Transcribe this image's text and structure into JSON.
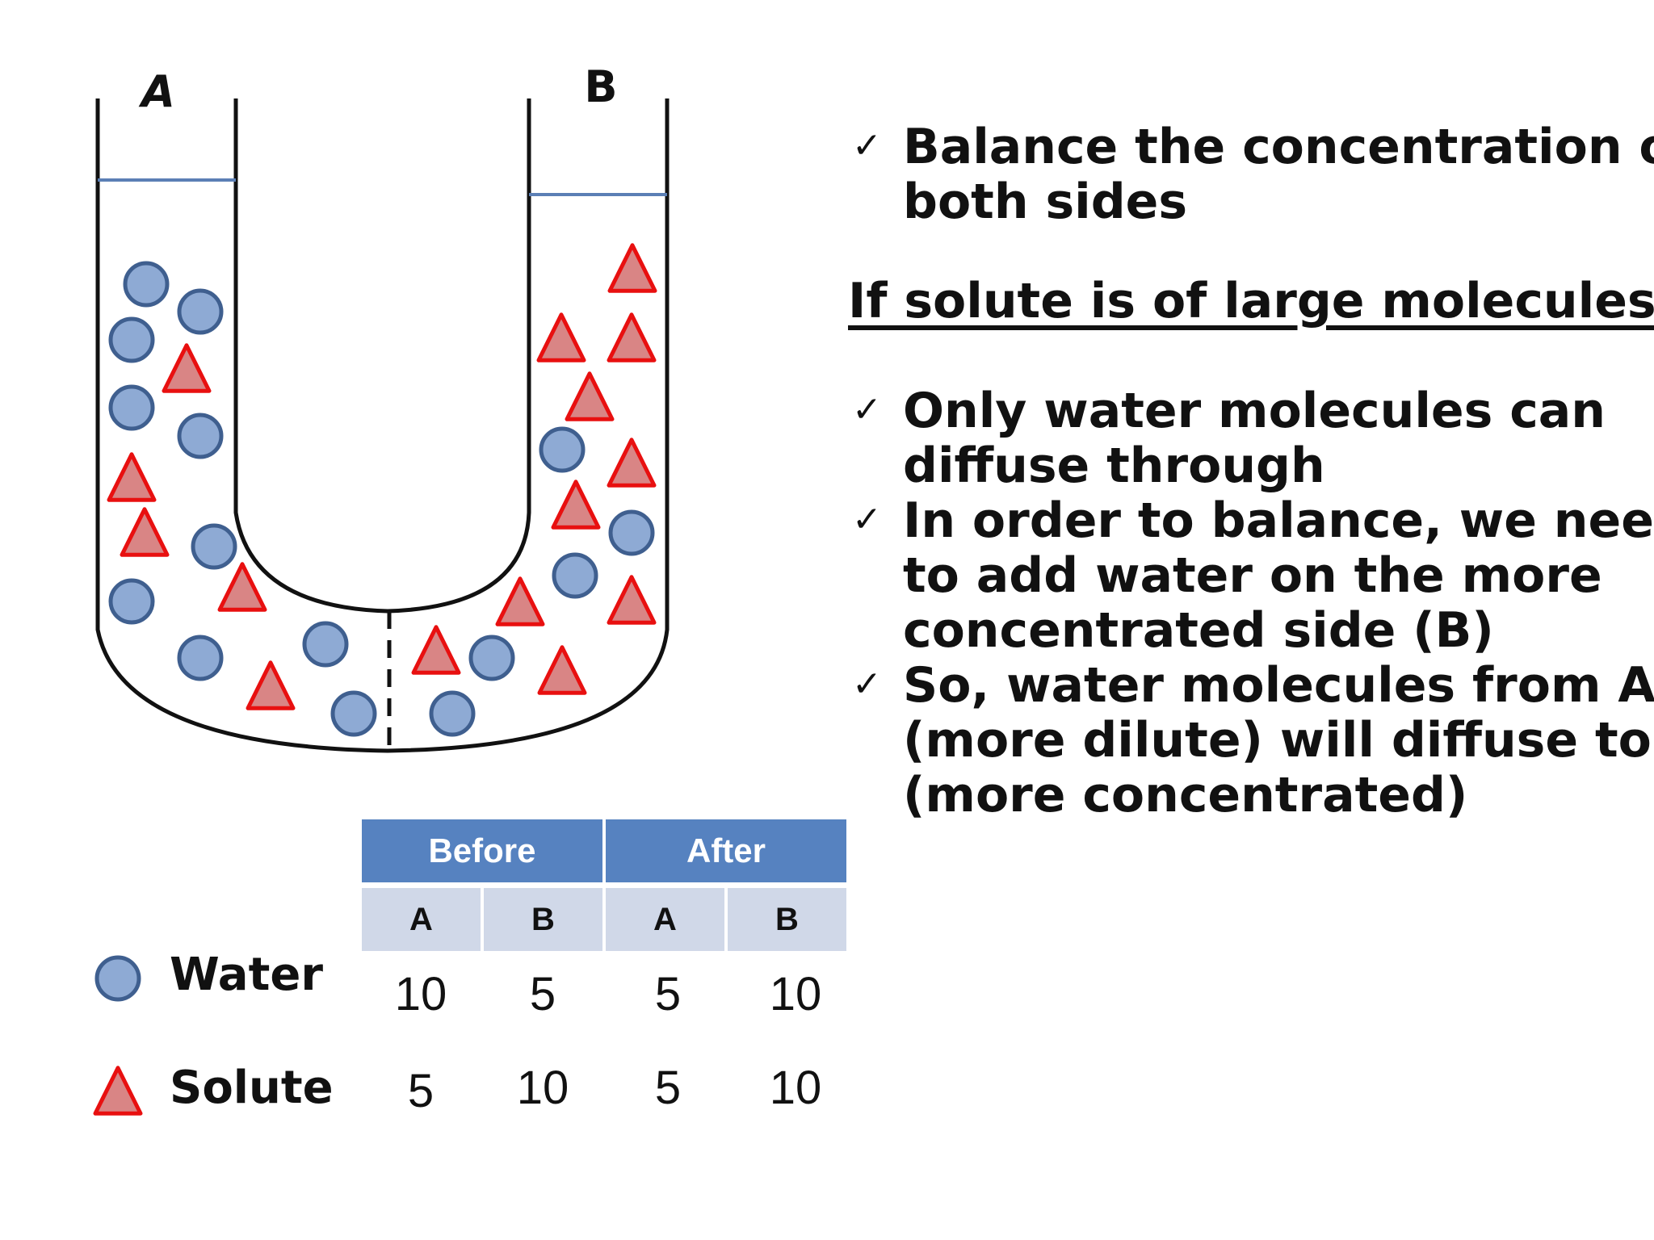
{
  "diagram": {
    "side_a_label": "A",
    "side_b_label": "B",
    "water_color": "#8eaad4",
    "water_stroke": "#3f5f8f",
    "solute_color": "#d98585",
    "solute_stroke": "#e81010",
    "level_line_color": "#5b7fb5"
  },
  "bullets": [
    {
      "lines": [
        "Balance the concentration on",
        "both sides"
      ]
    }
  ],
  "heading": "If solute is of large molecules",
  "bullets2": [
    {
      "lines": [
        "Only water molecules can",
        "diffuse through"
      ]
    },
    {
      "lines": [
        "In order to balance, we need",
        "to add water on the more",
        "concentrated side (B)"
      ]
    },
    {
      "lines": [
        "So, water molecules from A",
        "(more dilute) will diffuse to B",
        "(more concentrated)"
      ]
    }
  ],
  "table": {
    "group_headers": [
      "Before",
      "After"
    ],
    "sub_headers": [
      "A",
      "B",
      "A",
      "B"
    ],
    "rows": [
      {
        "label": "Water",
        "values": [
          "10",
          "5",
          "5",
          "10"
        ]
      },
      {
        "label": "Solute",
        "values": [
          "5",
          "10",
          "5",
          "10"
        ]
      }
    ]
  }
}
